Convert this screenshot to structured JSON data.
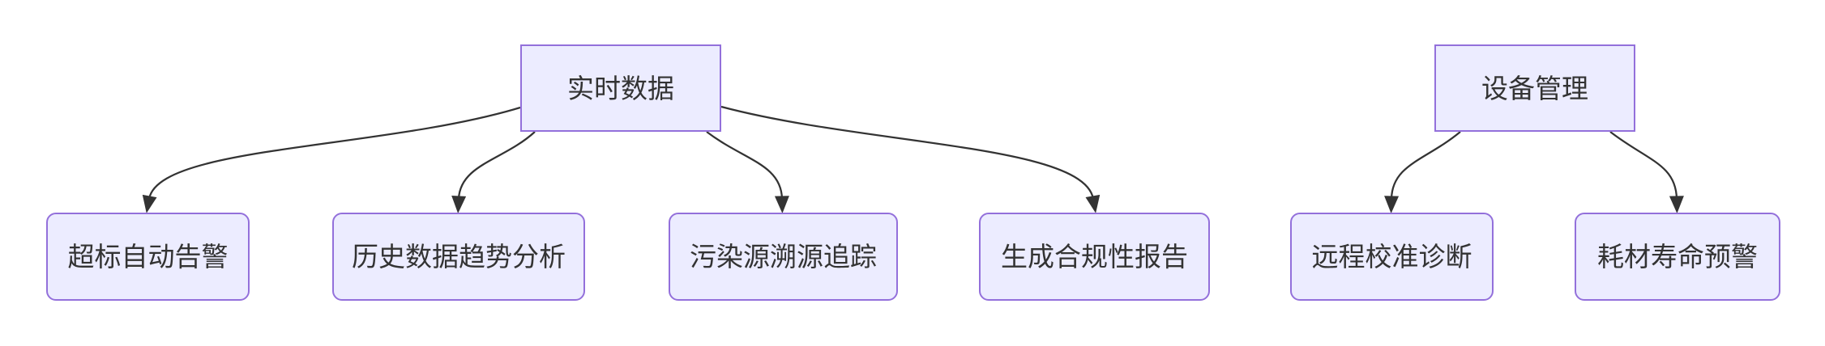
{
  "diagram": {
    "type": "flowchart",
    "direction": "top-down",
    "nodes": {
      "realtime": {
        "label": "实时数据",
        "shape": "rectangle",
        "role": "root"
      },
      "alarm": {
        "label": "超标自动告警",
        "shape": "rounded",
        "role": "leaf"
      },
      "trend": {
        "label": "历史数据趋势分析",
        "shape": "rounded",
        "role": "leaf"
      },
      "trace": {
        "label": "污染源溯源追踪",
        "shape": "rounded",
        "role": "leaf"
      },
      "report": {
        "label": "生成合规性报告",
        "shape": "rounded",
        "role": "leaf"
      },
      "device": {
        "label": "设备管理",
        "shape": "rectangle",
        "role": "root"
      },
      "calibration": {
        "label": "远程校准诊断",
        "shape": "rounded",
        "role": "leaf"
      },
      "consumable": {
        "label": "耗材寿命预警",
        "shape": "rounded",
        "role": "leaf"
      }
    },
    "edges": [
      {
        "from": "实时数据",
        "to": "超标自动告警",
        "arrow": "filled-triangle"
      },
      {
        "from": "实时数据",
        "to": "历史数据趋势分析",
        "arrow": "filled-triangle"
      },
      {
        "from": "实时数据",
        "to": "污染源溯源追踪",
        "arrow": "filled-triangle"
      },
      {
        "from": "实时数据",
        "to": "生成合规性报告",
        "arrow": "filled-triangle"
      },
      {
        "from": "设备管理",
        "to": "远程校准诊断",
        "arrow": "filled-triangle"
      },
      {
        "from": "设备管理",
        "to": "耗材寿命预警",
        "arrow": "filled-triangle"
      }
    ],
    "colors": {
      "node_fill": "#ECECFF",
      "node_border": "#9370DB",
      "edge_line": "#333333",
      "text": "#333333",
      "background": "#FFFFFF"
    }
  }
}
